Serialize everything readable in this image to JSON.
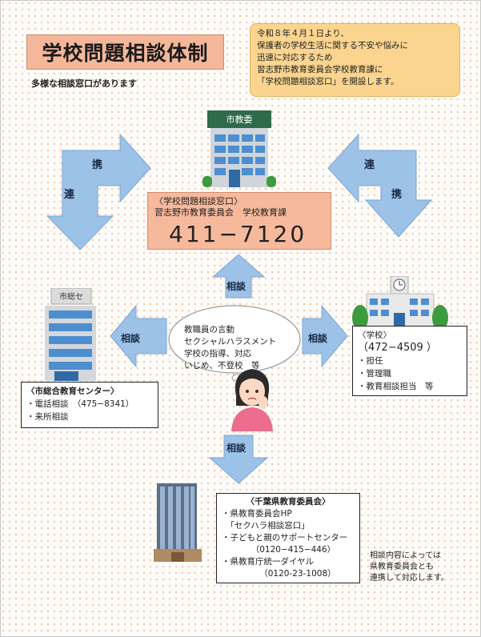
{
  "title": "学校問題相談体制",
  "subtitle": "多様な相談窓口があります",
  "notice": {
    "lines": [
      "令和８年４月１日より、",
      "保護者の学校生活に関する不安や悩みに",
      "迅速に対応するため",
      "習志野市教育委員会学校教育課に",
      "「学校問題相談窓口」を開設します。"
    ]
  },
  "buildings": {
    "city_board_sign": "市教委",
    "center_sign": "市総セ"
  },
  "window": {
    "line1": "〈学校問題相談窓口〉",
    "line2": "習志野市教育委員会　学校教育課",
    "phone": "411−7120"
  },
  "arrows": {
    "left_top": "携",
    "left_side": "連",
    "right_top": "連",
    "right_side": "携",
    "up": "相談",
    "left": "相談",
    "right": "相談",
    "down": "相談"
  },
  "thought": {
    "lines": [
      "教職員の言動",
      "セクシャルハラスメント",
      "学校の指導、対応",
      "いじめ、不登校　等"
    ]
  },
  "center": {
    "title": "〈市総合教育センター〉",
    "lines": [
      "・電話相談　（475−8341）",
      "・来所相談"
    ]
  },
  "school": {
    "title": "〈学校〉",
    "phone": "（472−4509 ）",
    "lines": [
      "・担任",
      "・管理職",
      "・教育相談担当　等"
    ]
  },
  "prefecture": {
    "title": "〈千葉県教育委員会〉",
    "lines": [
      "・県教育委員会HP",
      "　「セクハラ相談窓口」",
      "・子どもと親のサポートセンター",
      "　　　　（0120−415−446）",
      "・県教育庁統一ダイヤル",
      "　　　　　（0120-23-1008）"
    ]
  },
  "note": {
    "lines": [
      "相談内容によっては",
      "県教育委員会とも",
      "連携して対応します。"
    ]
  },
  "colors": {
    "arrow": "#9dc2e8",
    "arrow_edge": "#7aa6d3",
    "title_bg": "#f4b79a",
    "notice_bg": "#fbd58f",
    "window_bg": "#f7b99c"
  }
}
